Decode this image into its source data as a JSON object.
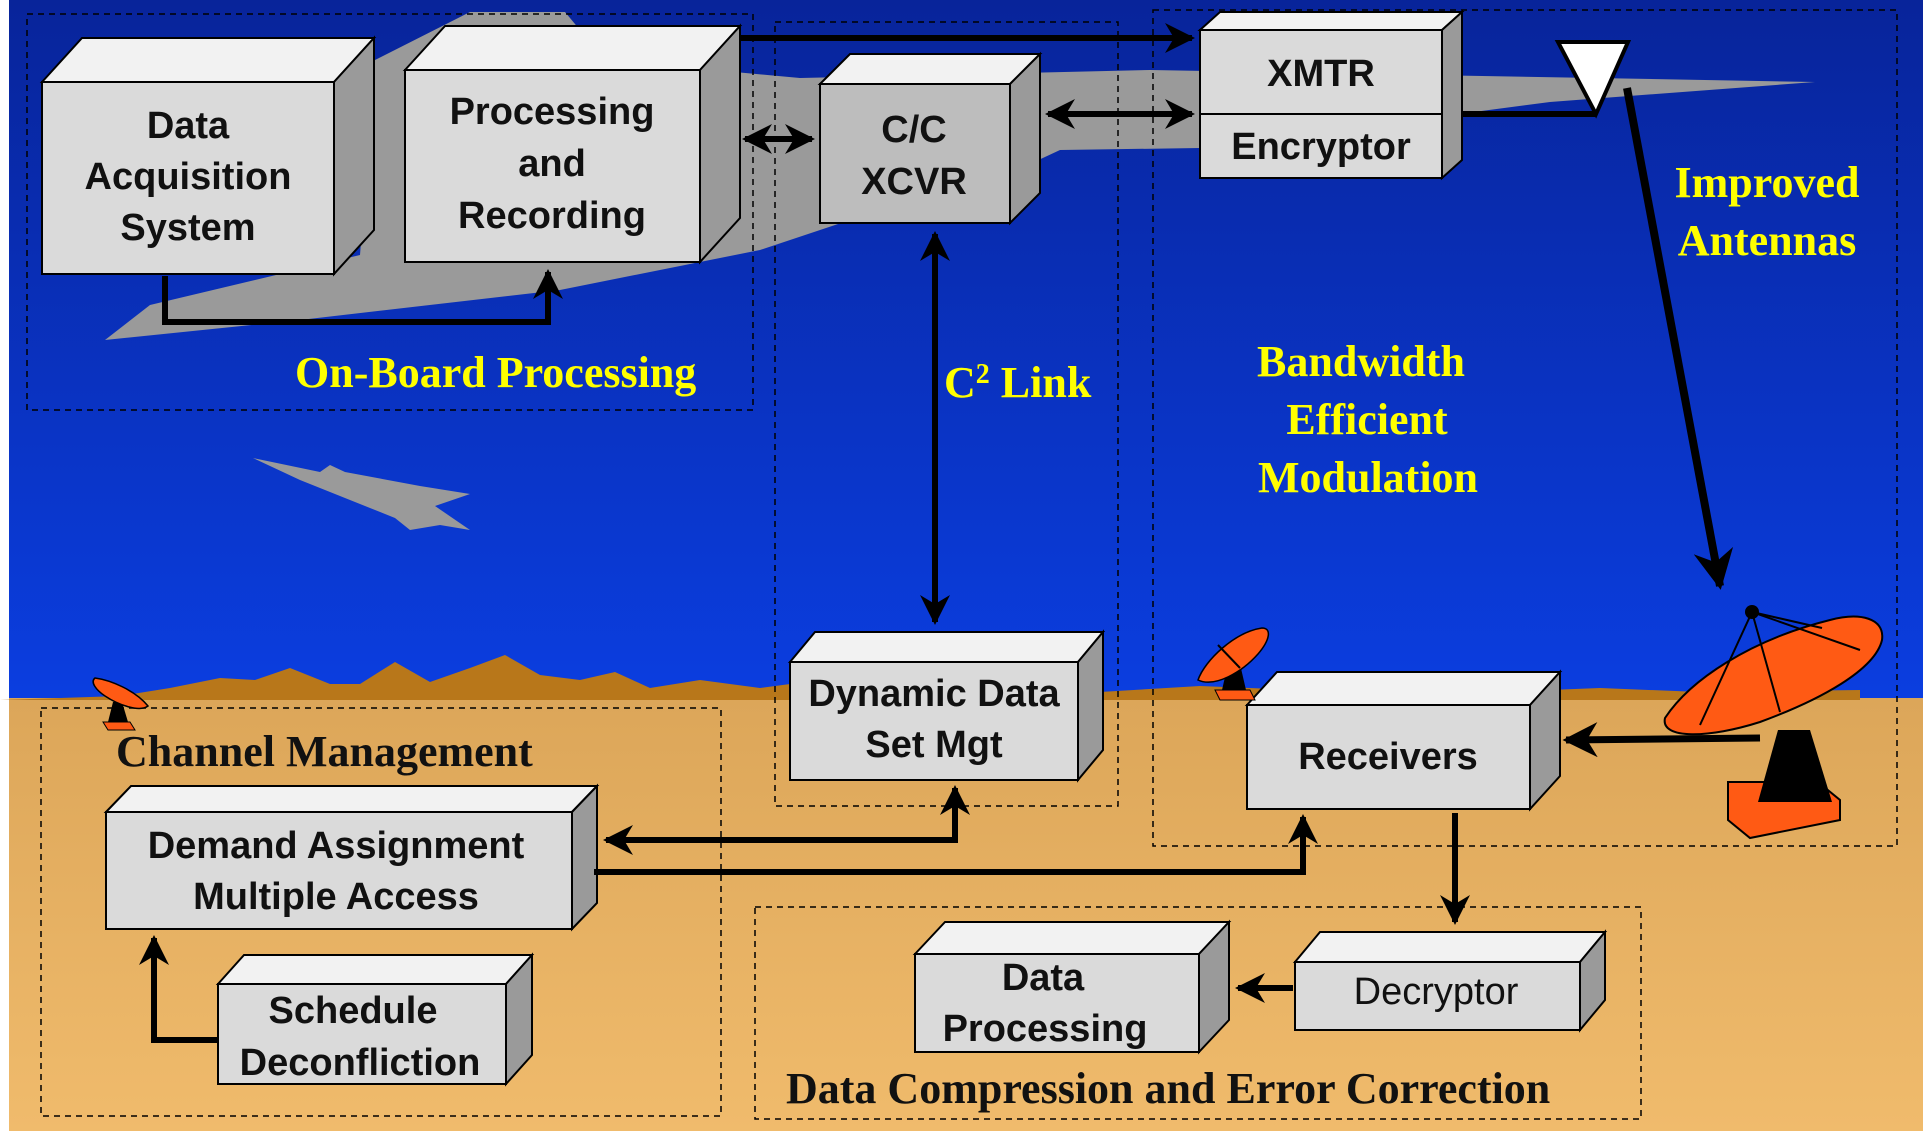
{
  "colors": {
    "sky_top": "#08249a",
    "sky_bottom": "#0b3ee0",
    "ground_top": "#dca659",
    "ground_bottom": "#f0bb6c",
    "mountains": "#b8771a",
    "box_front": "#dadada",
    "box_top": "#f2f2f2",
    "box_side": "#9a9a9a",
    "label_yellow": "#ffff00",
    "dish_orange": "#ff5a14"
  },
  "boxes": {
    "data_acquisition": "Data Acquisition System",
    "processing_recording": "Processing and Recording",
    "cc_xcvr": "C/C XCVR",
    "xmtr": "XMTR",
    "encryptor": "Encryptor",
    "dynamic_data": "Dynamic Data Set Mgt",
    "receivers": "Receivers",
    "dama": "Demand Assignment Multiple Access",
    "schedule": "Schedule Deconfliction",
    "data_processing": "Data Processing",
    "decryptor": "Decryptor"
  },
  "labels": {
    "onboard": "On-Board Processing",
    "c2_link_c": "C",
    "c2_link_sup": "2",
    "c2_link_rest": " Link",
    "bandwidth": "Bandwidth Efficient Modulation",
    "antennas": "Improved Antennas",
    "channel": "Channel Management",
    "compression": "Data Compression and Error Correction"
  }
}
